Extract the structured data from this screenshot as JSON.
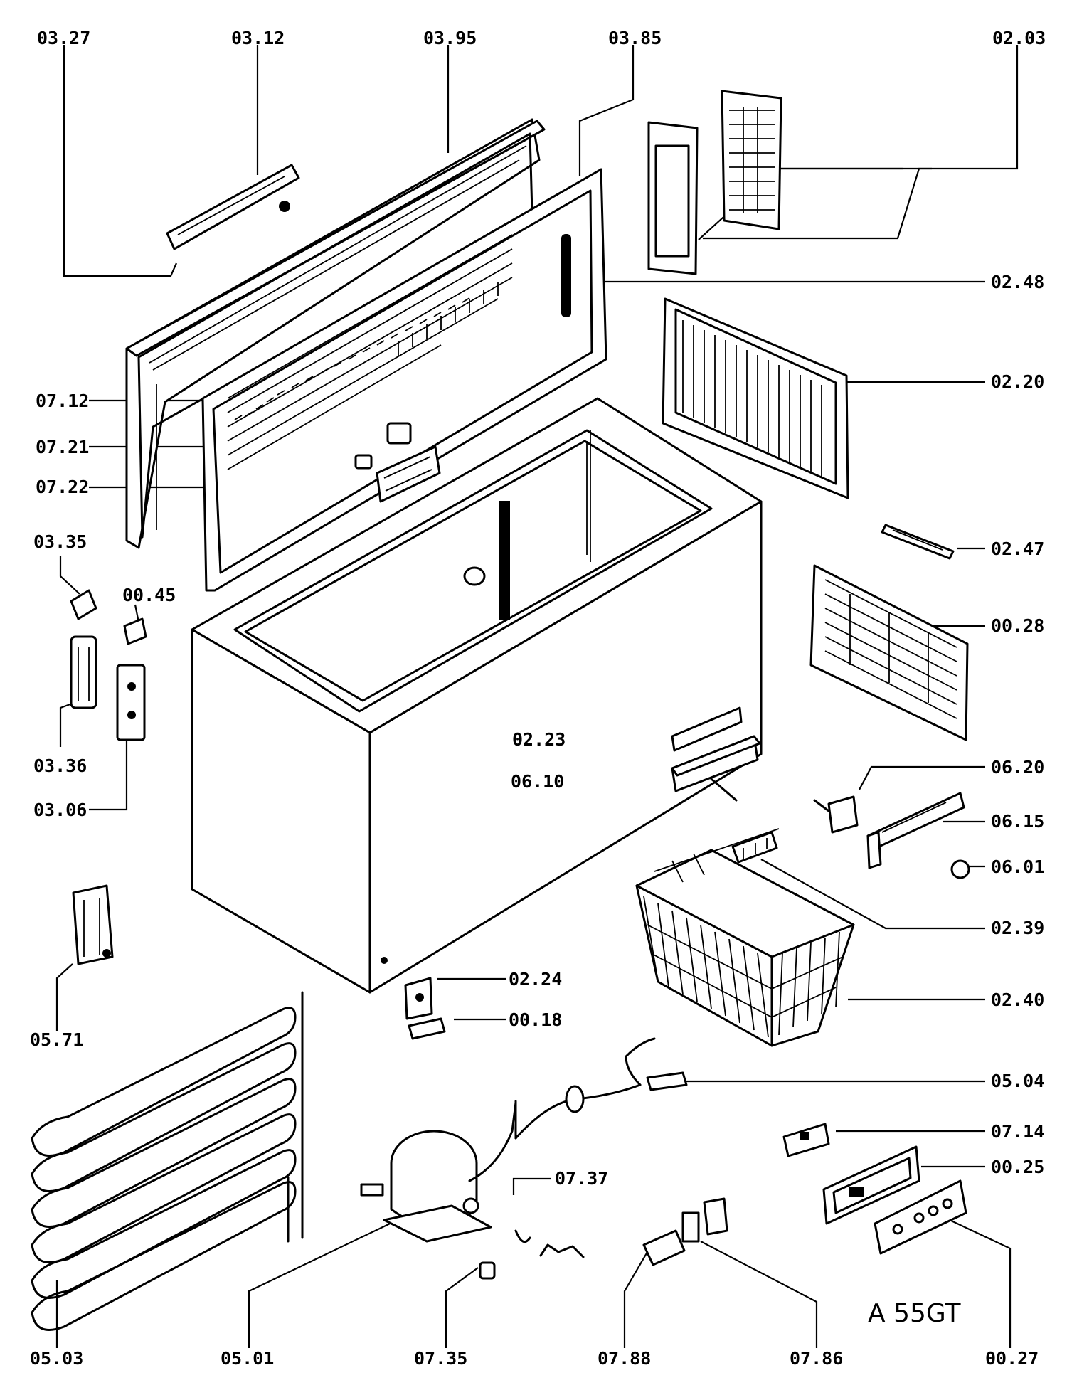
{
  "diagram": {
    "model_code": "A 55GT",
    "part_labels": [
      "03.27",
      "03.12",
      "03.95",
      "03.85",
      "02.03",
      "02.48",
      "02.20",
      "07.12",
      "07.21",
      "07.22",
      "03.35",
      "00.45",
      "02.47",
      "00.28",
      "02.23",
      "03.36",
      "03.06",
      "06.10",
      "06.20",
      "06.15",
      "06.01",
      "02.39",
      "05.71",
      "02.24",
      "00.18",
      "02.40",
      "05.04",
      "07.14",
      "07.37",
      "00.25",
      "05.03",
      "05.01",
      "07.35",
      "07.88",
      "07.86",
      "00.27"
    ]
  }
}
